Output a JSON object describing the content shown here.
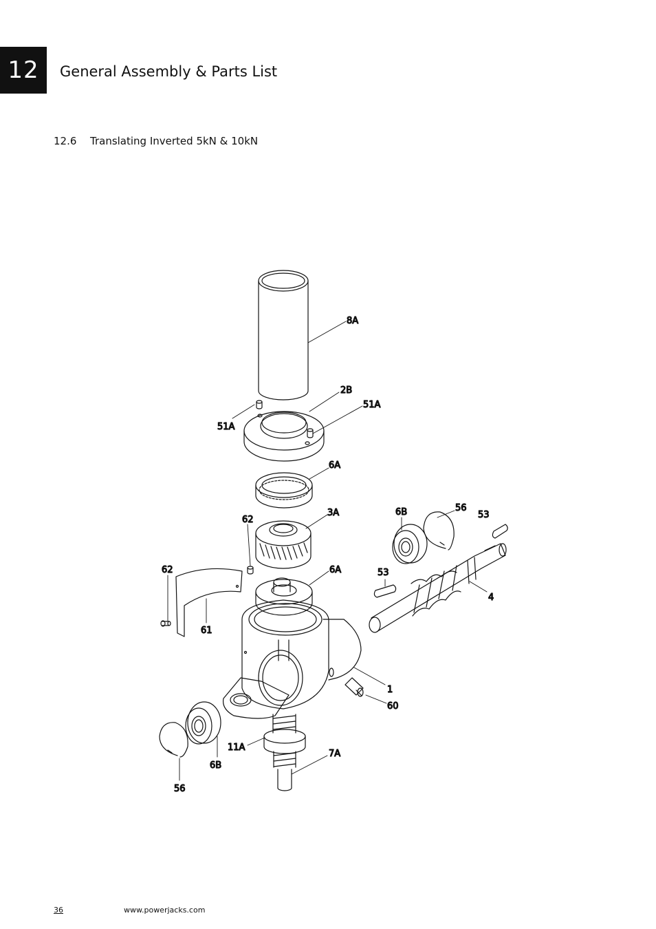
{
  "header": {
    "chapter_number": "12",
    "title": "General Assembly & Parts List"
  },
  "section": {
    "number": "12.6",
    "title": "Translating Inverted 5kN & 10kN"
  },
  "callouts": {
    "c8A": "8A",
    "c2B": "2B",
    "c51A_right": "51A",
    "c51A_left": "51A",
    "c6A_top": "6A",
    "c3A": "3A",
    "c62_top": "62",
    "c6B_right": "6B",
    "c56_right": "56",
    "c53_right": "53",
    "c62_left": "62",
    "c6A_lower": "6A",
    "c53_left": "53",
    "c4": "4",
    "c61": "61",
    "c1": "1",
    "c60": "60",
    "c11A": "11A",
    "c7A": "7A",
    "c6B_left": "6B",
    "c56_left": "56"
  },
  "footer": {
    "page_number": "36",
    "url": "www.powerjacks.com"
  }
}
